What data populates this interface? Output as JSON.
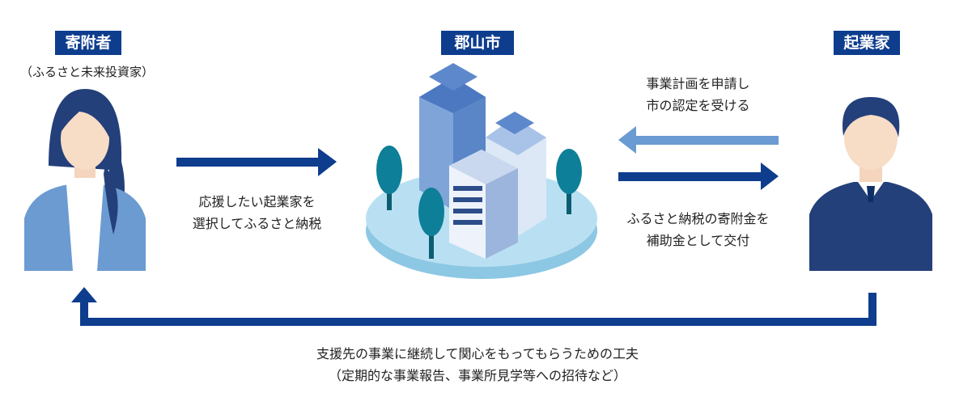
{
  "donor": {
    "label": "寄附者",
    "sublabel": "（ふるさと未来投資家）"
  },
  "city": {
    "label": "郡山市"
  },
  "entrepreneur": {
    "label": "起業家"
  },
  "flows": {
    "donor_to_city": [
      "応援したい起業家を",
      "選択してふるさと納税"
    ],
    "entrepreneur_to_city": [
      "事業計画を申請し",
      "市の認定を受ける"
    ],
    "city_to_entrepreneur": [
      "ふるさと納税の寄附金を",
      "補助金として交付"
    ],
    "entrepreneur_to_donor": [
      "支援先の事業に継続して関心をもってもらうための工夫",
      "（定期的な事業報告、事業所見学等への招待など）"
    ]
  },
  "colors": {
    "navy": "#0e3d8e",
    "light_arrow": "#6a9bd2",
    "person_light": "#6b9bd1",
    "person_dark": "#24407a"
  }
}
